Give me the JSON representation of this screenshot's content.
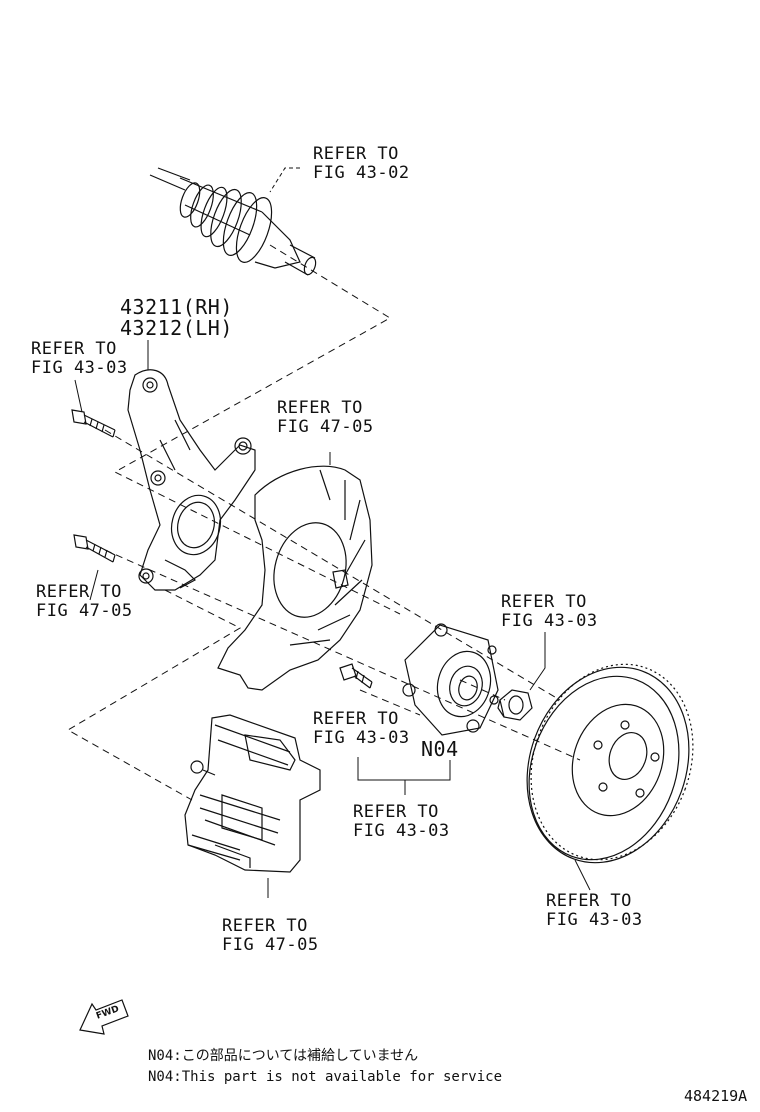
{
  "labels": {
    "drive_shaft": [
      "REFER TO",
      "FIG 43-02"
    ],
    "knuckle_part": [
      "43211(RH)",
      "43212(LH)"
    ],
    "knuckle_bolt_upper": [
      "REFER TO",
      "FIG 43-03"
    ],
    "dust_shield": [
      "REFER TO",
      "FIG 47-05"
    ],
    "knuckle_bolt_lower": [
      "REFER TO",
      "FIG 47-05"
    ],
    "hub_nut": [
      "REFER TO",
      "FIG 43-03"
    ],
    "hub_bolt": [
      "REFER TO",
      "FIG 43-03"
    ],
    "hub_bearing": "N04",
    "hub_assembly": [
      "REFER TO",
      "FIG 43-03"
    ],
    "caliper": [
      "REFER TO",
      "FIG 47-05"
    ],
    "disc_rotor": [
      "REFER TO",
      "FIG 43-03"
    ]
  },
  "fwd_symbol": "FWD",
  "notes": [
    "N04:この部品については補給していません",
    "N04:This part is not available for service"
  ],
  "diagram_code": "484219A"
}
